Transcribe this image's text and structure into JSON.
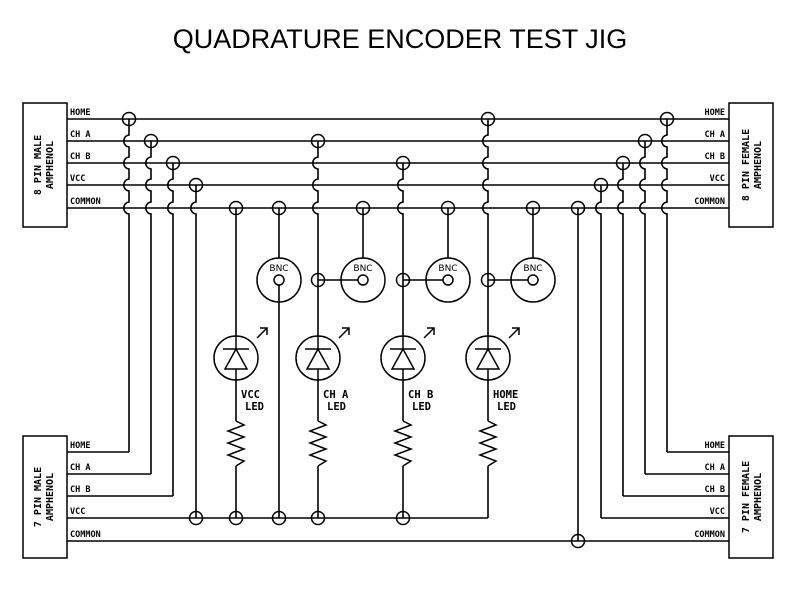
{
  "title": "QUADRATURE ENCODER TEST JIG",
  "connectors": {
    "top_left": {
      "line1": "8 PIN MALE",
      "line2": "AMPHENOL"
    },
    "top_right": {
      "line1": "8 PIN FEMALE",
      "line2": "AMPHENOL"
    },
    "bottom_left": {
      "line1": "7 PIN MALE",
      "line2": "AMPHENOL"
    },
    "bottom_right": {
      "line1": "7 PIN FEMALE",
      "line2": "AMPHENOL"
    }
  },
  "signals": [
    "HOME",
    "CH A",
    "CH B",
    "VCC",
    "COMMON"
  ],
  "bnc_label": "BNC",
  "bnc_count": 4,
  "leds": [
    {
      "line1": "VCC",
      "line2": "LED"
    },
    {
      "line1": "CH A",
      "line2": "LED"
    },
    {
      "line1": "CH B",
      "line2": "LED"
    },
    {
      "line1": "HOME",
      "line2": "LED"
    }
  ],
  "resistor_count": 4
}
